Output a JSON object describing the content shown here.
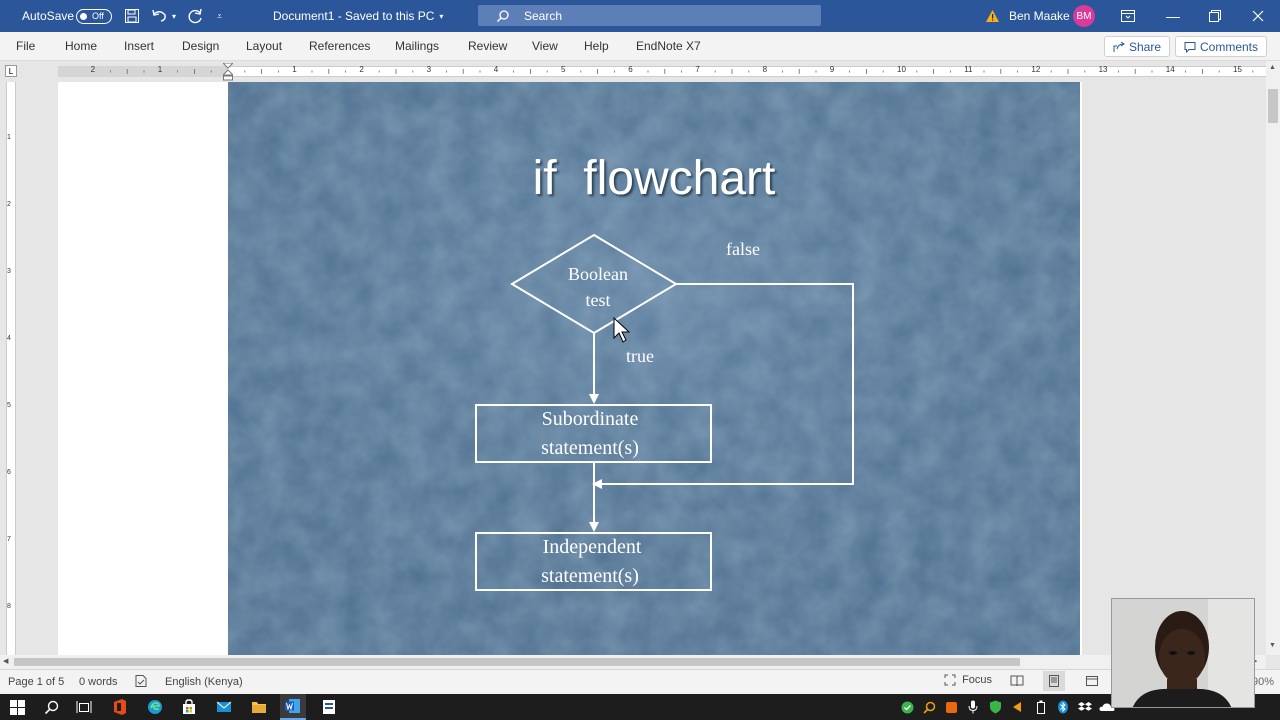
{
  "titlebar": {
    "autosave_label": "AutoSave",
    "autosave_state": "Off",
    "document_title": "Document1 - Saved to this PC",
    "search_placeholder": "Search",
    "user_name": "Ben Maake",
    "user_initials": "BM"
  },
  "ribbon": {
    "tabs": [
      "File",
      "Home",
      "Insert",
      "Design",
      "Layout",
      "References",
      "Mailings",
      "Review",
      "View",
      "Help",
      "EndNote X7"
    ],
    "share_label": "Share",
    "comments_label": "Comments"
  },
  "ruler": {
    "corner_label": "L",
    "h_numbers": [
      "2",
      "1",
      "1",
      "2",
      "3",
      "4",
      "5",
      "6",
      "7",
      "8",
      "9",
      "10",
      "11",
      "12",
      "13",
      "14",
      "15"
    ],
    "v_numbers": [
      "1",
      "2",
      "3",
      "4",
      "5",
      "6",
      "7",
      "8"
    ]
  },
  "slide": {
    "title": "if  flowchart",
    "decision_line1": "Boolean",
    "decision_line2": "test",
    "false_label": "false",
    "true_label": "true",
    "subordinate_line1": "Subordinate",
    "subordinate_line2": "statement(s)",
    "independent_line1": "Independent",
    "independent_line2": "statement(s)"
  },
  "statusbar": {
    "page": "Page 1 of 5",
    "words": "0 words",
    "language": "English (Kenya)",
    "focus": "Focus",
    "zoom": "90%"
  },
  "colors": {
    "titlebar": "#2b579a",
    "slide_background": "#4f7191",
    "avatar": "#d83b9a"
  }
}
